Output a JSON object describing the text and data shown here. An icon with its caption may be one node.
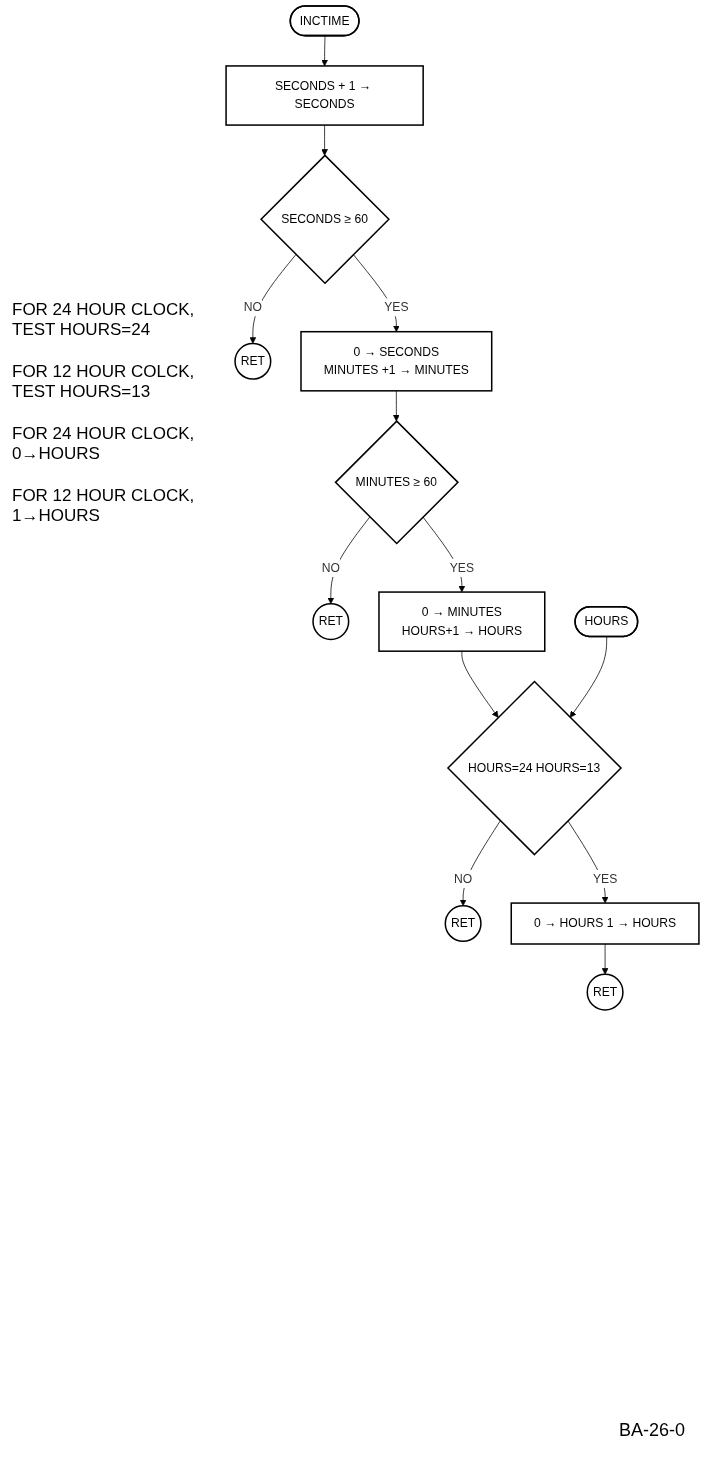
{
  "diagram": {
    "nodes": [
      {
        "text": [
          "INCTIME"
        ]
      },
      {
        "text": [
          "SECONDS + 1 → SECONDS"
        ]
      },
      {
        "text": [
          "SECONDS ≥ 60"
        ]
      },
      {
        "text": [
          "RET"
        ]
      },
      {
        "text": [
          "0 → SECONDS",
          "MINUTES +1 → MINUTES"
        ]
      },
      {
        "text": [
          "MINUTES ≥ 60"
        ]
      },
      {
        "text": [
          "RET"
        ]
      },
      {
        "text": [
          "0 → MINUTES",
          "HOURS+1 → HOURS"
        ]
      },
      {
        "text": [
          "HOURS"
        ]
      },
      {
        "text": [
          "HOURS=24 HOURS=13"
        ]
      },
      {
        "text": [
          "RET"
        ]
      },
      {
        "text": [
          "0 → HOURS 1 → HOURS"
        ]
      },
      {
        "text": [
          "RET"
        ]
      }
    ],
    "edges": [
      {
        "from": 0,
        "to": 1,
        "arrow": "to"
      },
      {
        "from": 1,
        "to": 2,
        "arrow": "to"
      },
      {
        "from": 2,
        "to": 3,
        "arrow": "to",
        "label": "NO"
      },
      {
        "from": 2,
        "to": 4,
        "arrow": "to",
        "label": "YES"
      },
      {
        "from": 4,
        "to": 5,
        "arrow": "to"
      },
      {
        "from": 5,
        "to": 6,
        "arrow": "to",
        "label": "NO"
      },
      {
        "from": 5,
        "to": 7,
        "arrow": "to",
        "label": "YES"
      },
      {
        "from": 7,
        "to": 9,
        "arrow": "to"
      },
      {
        "from": 8,
        "to": 9,
        "arrow": "to"
      },
      {
        "from": 9,
        "to": 10,
        "arrow": "to",
        "label": "NO"
      },
      {
        "from": 9,
        "to": 11,
        "arrow": "to",
        "label": "YES"
      },
      {
        "from": 11,
        "to": 12,
        "arrow": "to"
      }
    ],
    "labels": [
      "FOR 24 HOUR CLOCK, TEST HOURS=24",
      "FOR 12 HOUR COLCK, TEST HOURS=13",
      "FOR 24 HOUR CLOCK, 0→HOURS",
      "FOR 12 HOUR CLOCK, 1→HOURS",
      "BA-26-0"
    ]
  }
}
